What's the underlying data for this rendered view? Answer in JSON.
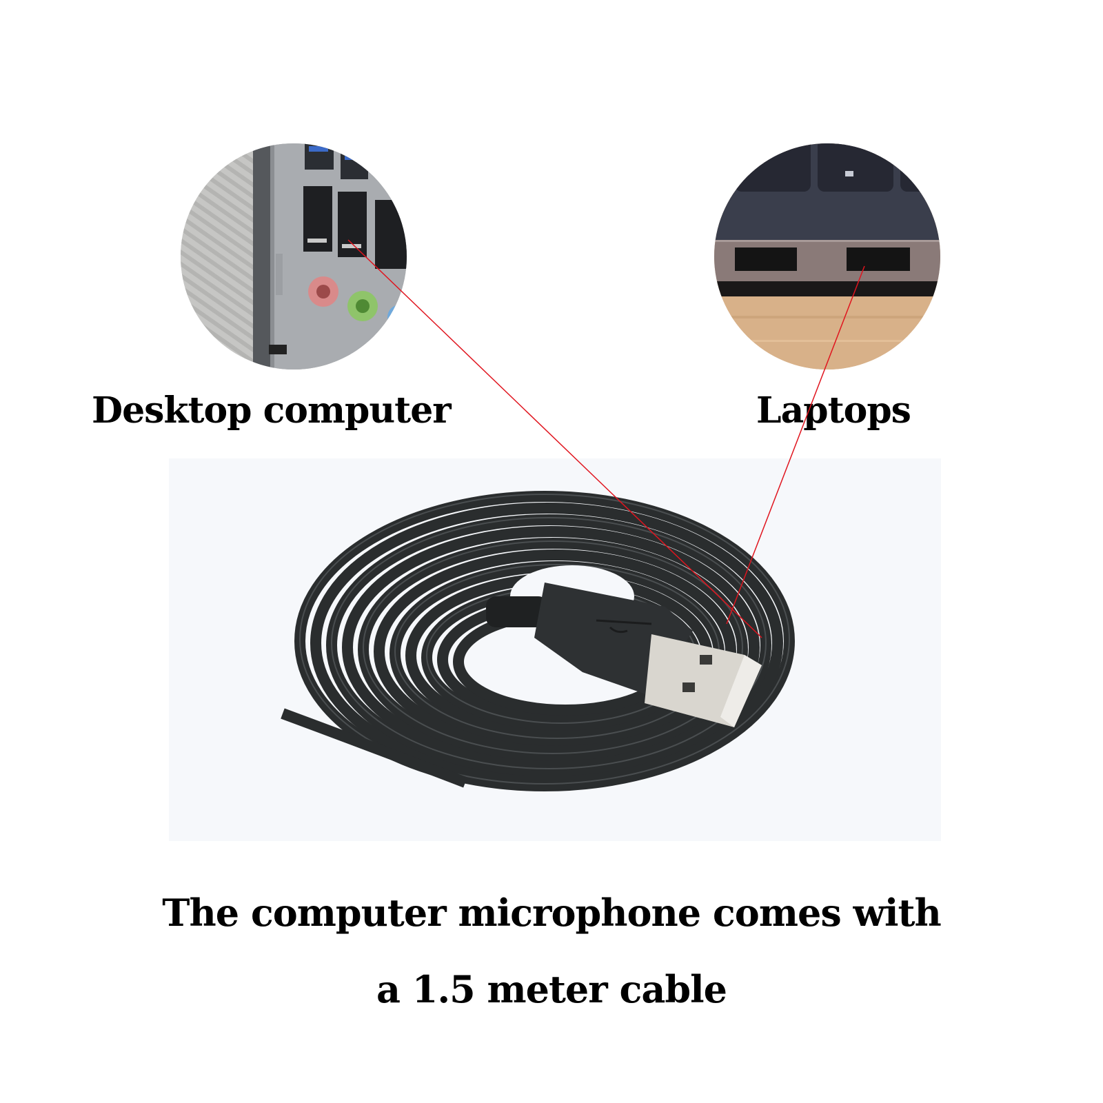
{
  "labels": {
    "desktop": "Desktop computer",
    "laptops": "Laptops"
  },
  "caption": {
    "line1": "The computer microphone comes with",
    "line2": "a 1.5 meter cable"
  },
  "images": {
    "desktop_ports": "desktop-rear-io-panel-photo",
    "laptop_ports": "laptop-side-usb-ports-photo",
    "cable": "coiled-usb-a-cable-photo"
  },
  "colors": {
    "pointer_line": "#e0141e",
    "cable": "#2a2d2e",
    "background": "#ffffff"
  }
}
